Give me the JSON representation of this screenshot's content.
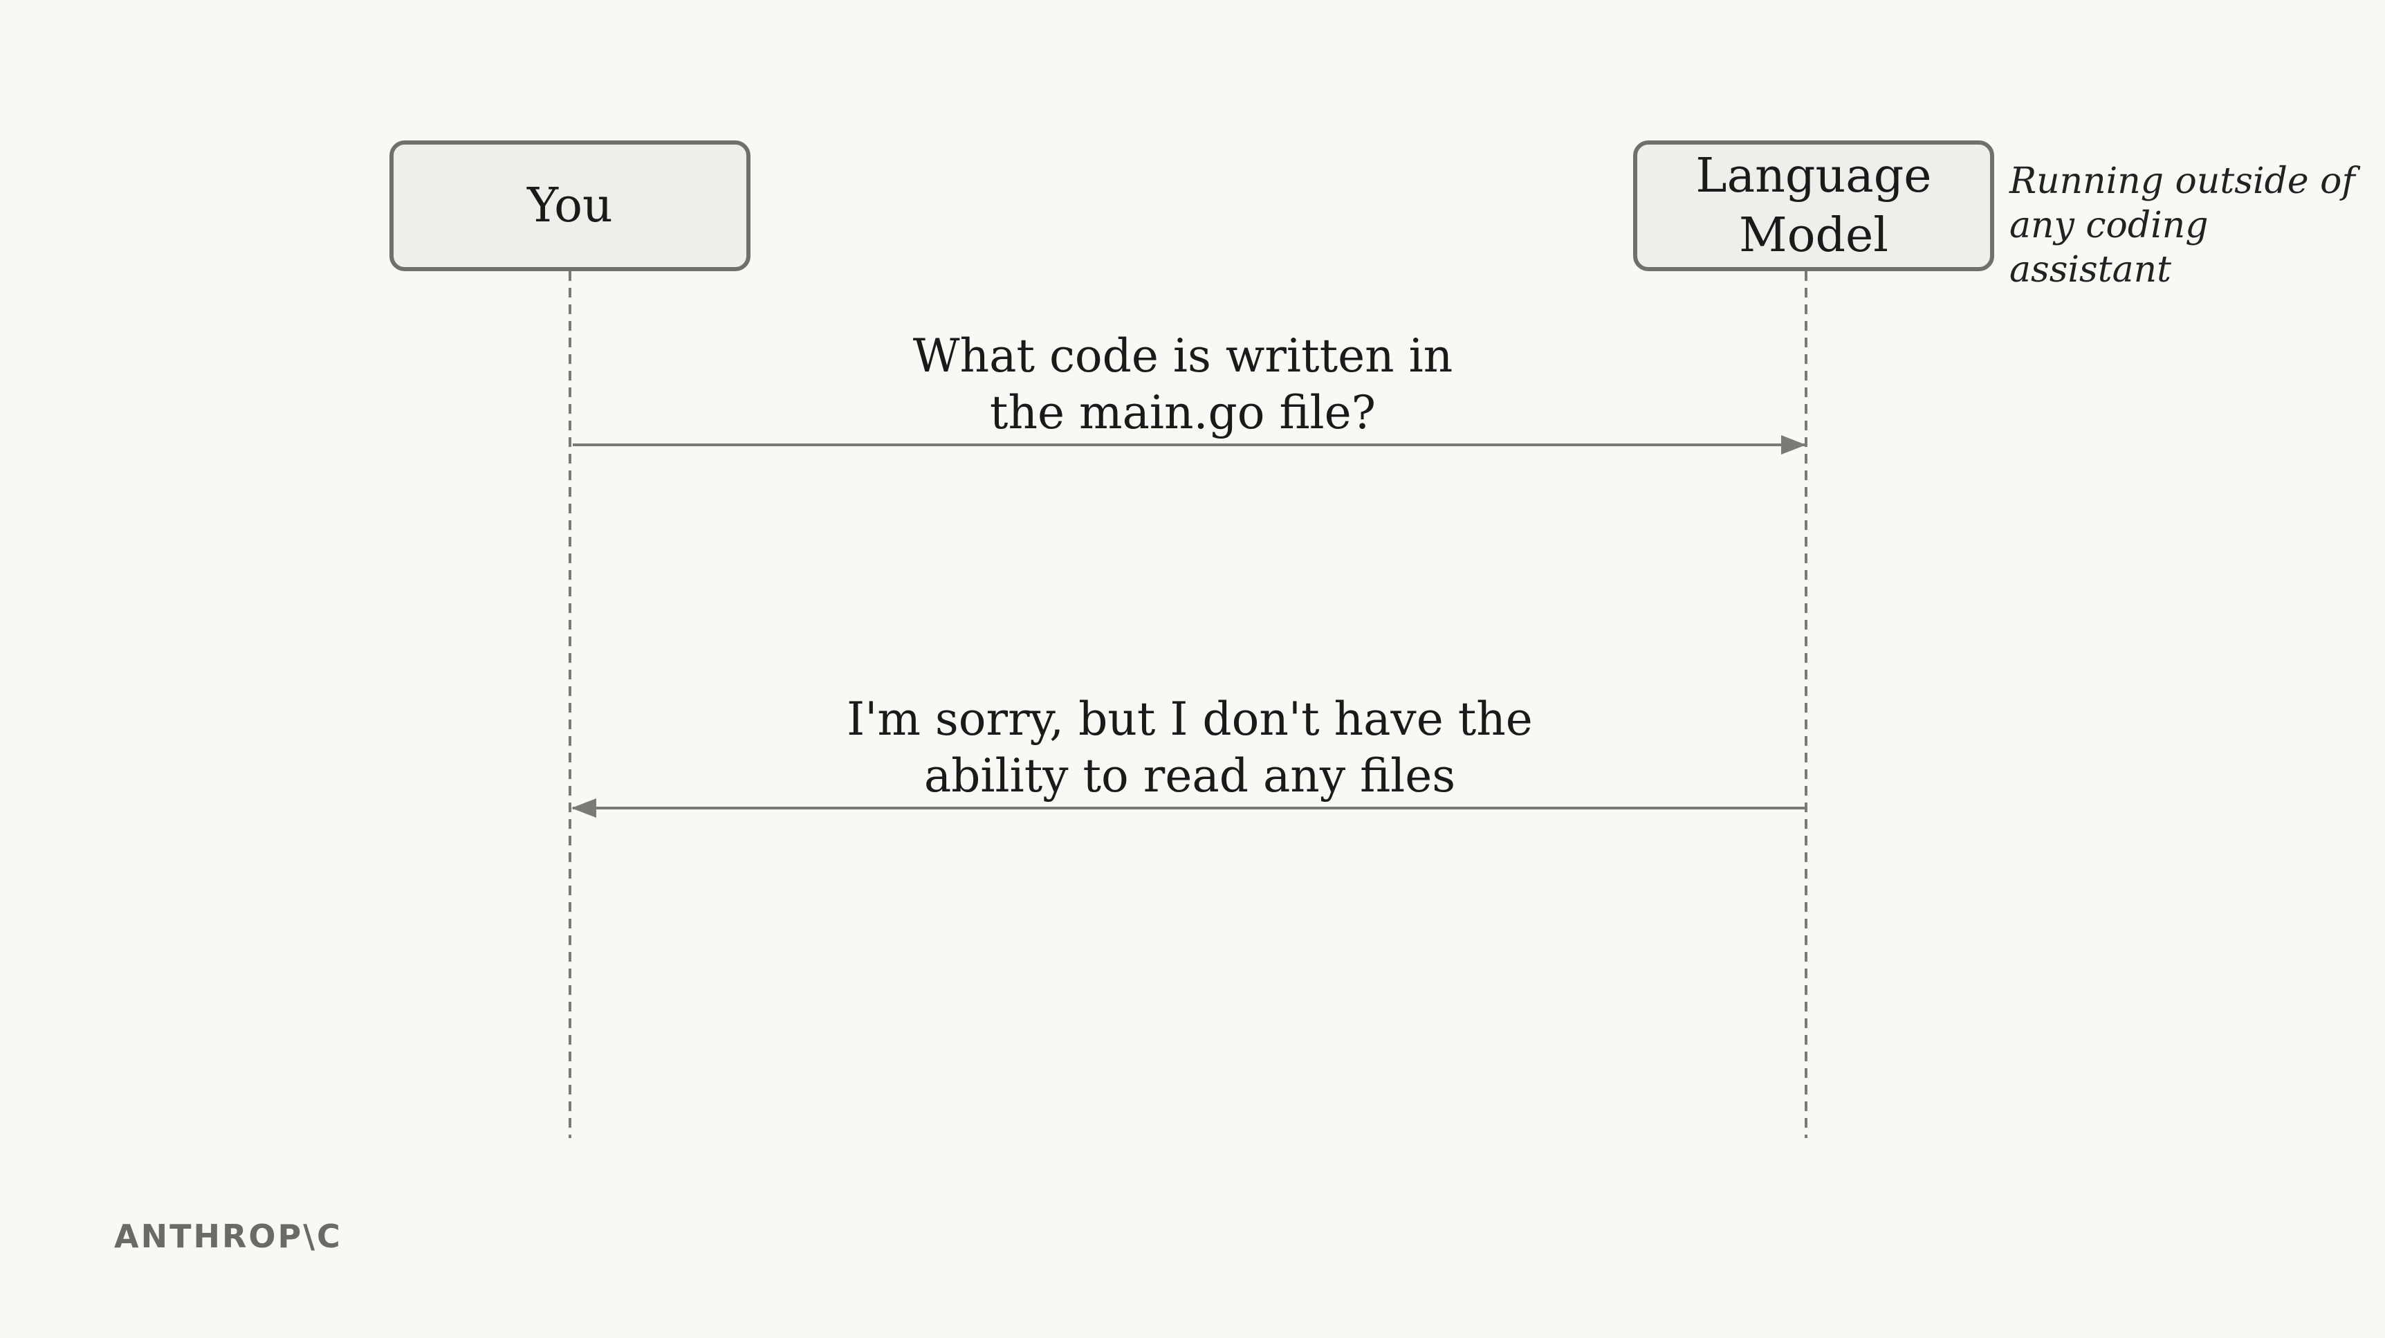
{
  "diagram": {
    "actors": [
      {
        "id": "you",
        "label": "You"
      },
      {
        "id": "language-model",
        "label": "Language\nModel"
      }
    ],
    "note": "Running outside of\nany coding assistant",
    "messages": [
      {
        "from": "you",
        "to": "language-model",
        "text": "What code is written in\nthe main.go file?"
      },
      {
        "from": "language-model",
        "to": "you",
        "text": "I'm sorry, but I don't have the\nability to read any files"
      }
    ]
  },
  "footer": {
    "logo_text": "ANTHROP\\C"
  },
  "colors": {
    "background": "#f8f8f4",
    "box_fill": "#efeeea",
    "box_border": "#6f6f6c",
    "line": "#7a7a76"
  }
}
